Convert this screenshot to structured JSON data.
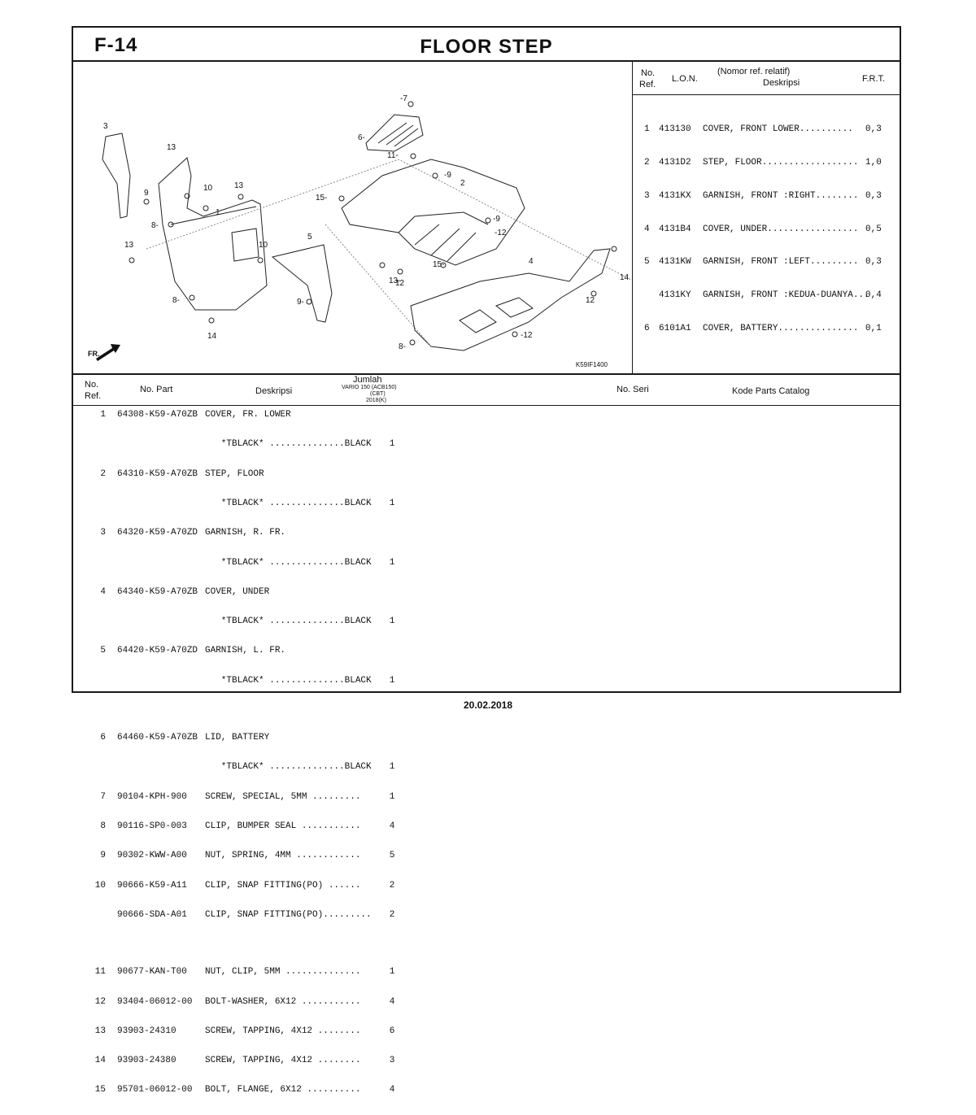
{
  "header": {
    "code": "F-14",
    "title": "FLOOR STEP"
  },
  "diagram": {
    "catalog_code": "K59IF1400",
    "fr_label": "FR."
  },
  "lon_table": {
    "headers": {
      "no_ref_a": "No.",
      "no_ref_b": "Ref.",
      "lon": "L.O.N.",
      "desc_a": "(Nomor ref. relatif)",
      "desc_b": "Deskripsi",
      "frt": "F.R.T."
    },
    "rows": [
      {
        "no": "1",
        "lon": "413130",
        "desc": "COVER, FRONT LOWER..........",
        "frt": "0,3"
      },
      {
        "no": "2",
        "lon": "4131D2",
        "desc": "STEP, FLOOR..................",
        "frt": "1,0"
      },
      {
        "no": "3",
        "lon": "4131KX",
        "desc": "GARNISH, FRONT :RIGHT........",
        "frt": "0,3"
      },
      {
        "no": "4",
        "lon": "4131B4",
        "desc": "COVER, UNDER.................",
        "frt": "0,5"
      },
      {
        "no": "5",
        "lon": "4131KW",
        "desc": "GARNISH, FRONT :LEFT.........",
        "frt": "0,3"
      },
      {
        "no": "",
        "lon": "4131KY",
        "desc": "GARNISH, FRONT :KEDUA-DUANYA...",
        "frt": "0,4"
      },
      {
        "no": "6",
        "lon": "6101A1",
        "desc": "COVER, BATTERY...............",
        "frt": "0,1"
      }
    ]
  },
  "parts_table": {
    "headers": {
      "no_ref_a": "No.",
      "no_ref_b": "Ref.",
      "no_part": "No. Part",
      "desc": "Deskripsi",
      "jumlah": "Jumlah",
      "model": "VARIO 150 (ACB150)",
      "type": "(CBT)",
      "year": "2018(K)",
      "no_seri": "No. Seri",
      "kode": "Kode Parts Catalog"
    },
    "rows": [
      {
        "no": "1",
        "part": "64308-K59-A70ZB",
        "desc": "COVER, FR. LOWER",
        "qty": ""
      },
      {
        "no": "",
        "part": "",
        "desc": "   *TBLACK* ..............BLACK",
        "qty": "1"
      },
      {
        "no": "2",
        "part": "64310-K59-A70ZB",
        "desc": "STEP, FLOOR",
        "qty": ""
      },
      {
        "no": "",
        "part": "",
        "desc": "   *TBLACK* ..............BLACK",
        "qty": "1"
      },
      {
        "no": "3",
        "part": "64320-K59-A70ZD",
        "desc": "GARNISH, R. FR.",
        "qty": ""
      },
      {
        "no": "",
        "part": "",
        "desc": "   *TBLACK* ..............BLACK",
        "qty": "1"
      },
      {
        "no": "4",
        "part": "64340-K59-A70ZB",
        "desc": "COVER, UNDER",
        "qty": ""
      },
      {
        "no": "",
        "part": "",
        "desc": "   *TBLACK* ..............BLACK",
        "qty": "1"
      },
      {
        "no": "5",
        "part": "64420-K59-A70ZD",
        "desc": "GARNISH, L. FR.",
        "qty": ""
      },
      {
        "no": "",
        "part": "",
        "desc": "   *TBLACK* ..............BLACK",
        "qty": "1"
      },
      {
        "gap": true
      },
      {
        "no": "6",
        "part": "64460-K59-A70ZB",
        "desc": "LID, BATTERY",
        "qty": ""
      },
      {
        "no": "",
        "part": "",
        "desc": "   *TBLACK* ..............BLACK",
        "qty": "1"
      },
      {
        "no": "7",
        "part": "90104-KPH-900",
        "desc": "SCREW, SPECIAL, 5MM .........",
        "qty": "1"
      },
      {
        "no": "8",
        "part": "90116-SP0-003",
        "desc": "CLIP, BUMPER SEAL ...........",
        "qty": "4"
      },
      {
        "no": "9",
        "part": "90302-KWW-A00",
        "desc": "NUT, SPRING, 4MM ............",
        "qty": "5"
      },
      {
        "no": "10",
        "part": "90666-K59-A11",
        "desc": "CLIP, SNAP FITTING(PO) ......",
        "qty": "2"
      },
      {
        "no": "",
        "part": "90666-SDA-A01",
        "desc": "CLIP, SNAP FITTING(PO).........",
        "qty": "2"
      },
      {
        "gap": true
      },
      {
        "no": "11",
        "part": "90677-KAN-T00",
        "desc": "NUT, CLIP, 5MM ..............",
        "qty": "1"
      },
      {
        "no": "12",
        "part": "93404-06012-00",
        "desc": "BOLT-WASHER, 6X12 ...........",
        "qty": "4"
      },
      {
        "no": "13",
        "part": "93903-24310",
        "desc": "SCREW, TAPPING, 4X12 ........",
        "qty": "6"
      },
      {
        "no": "14",
        "part": "93903-24380",
        "desc": "SCREW, TAPPING, 4X12 ........",
        "qty": "3"
      },
      {
        "no": "15",
        "part": "95701-06012-00",
        "desc": "BOLT, FLANGE, 6X12 ..........",
        "qty": "4"
      }
    ]
  },
  "footer": {
    "date": "20.02.2018"
  }
}
